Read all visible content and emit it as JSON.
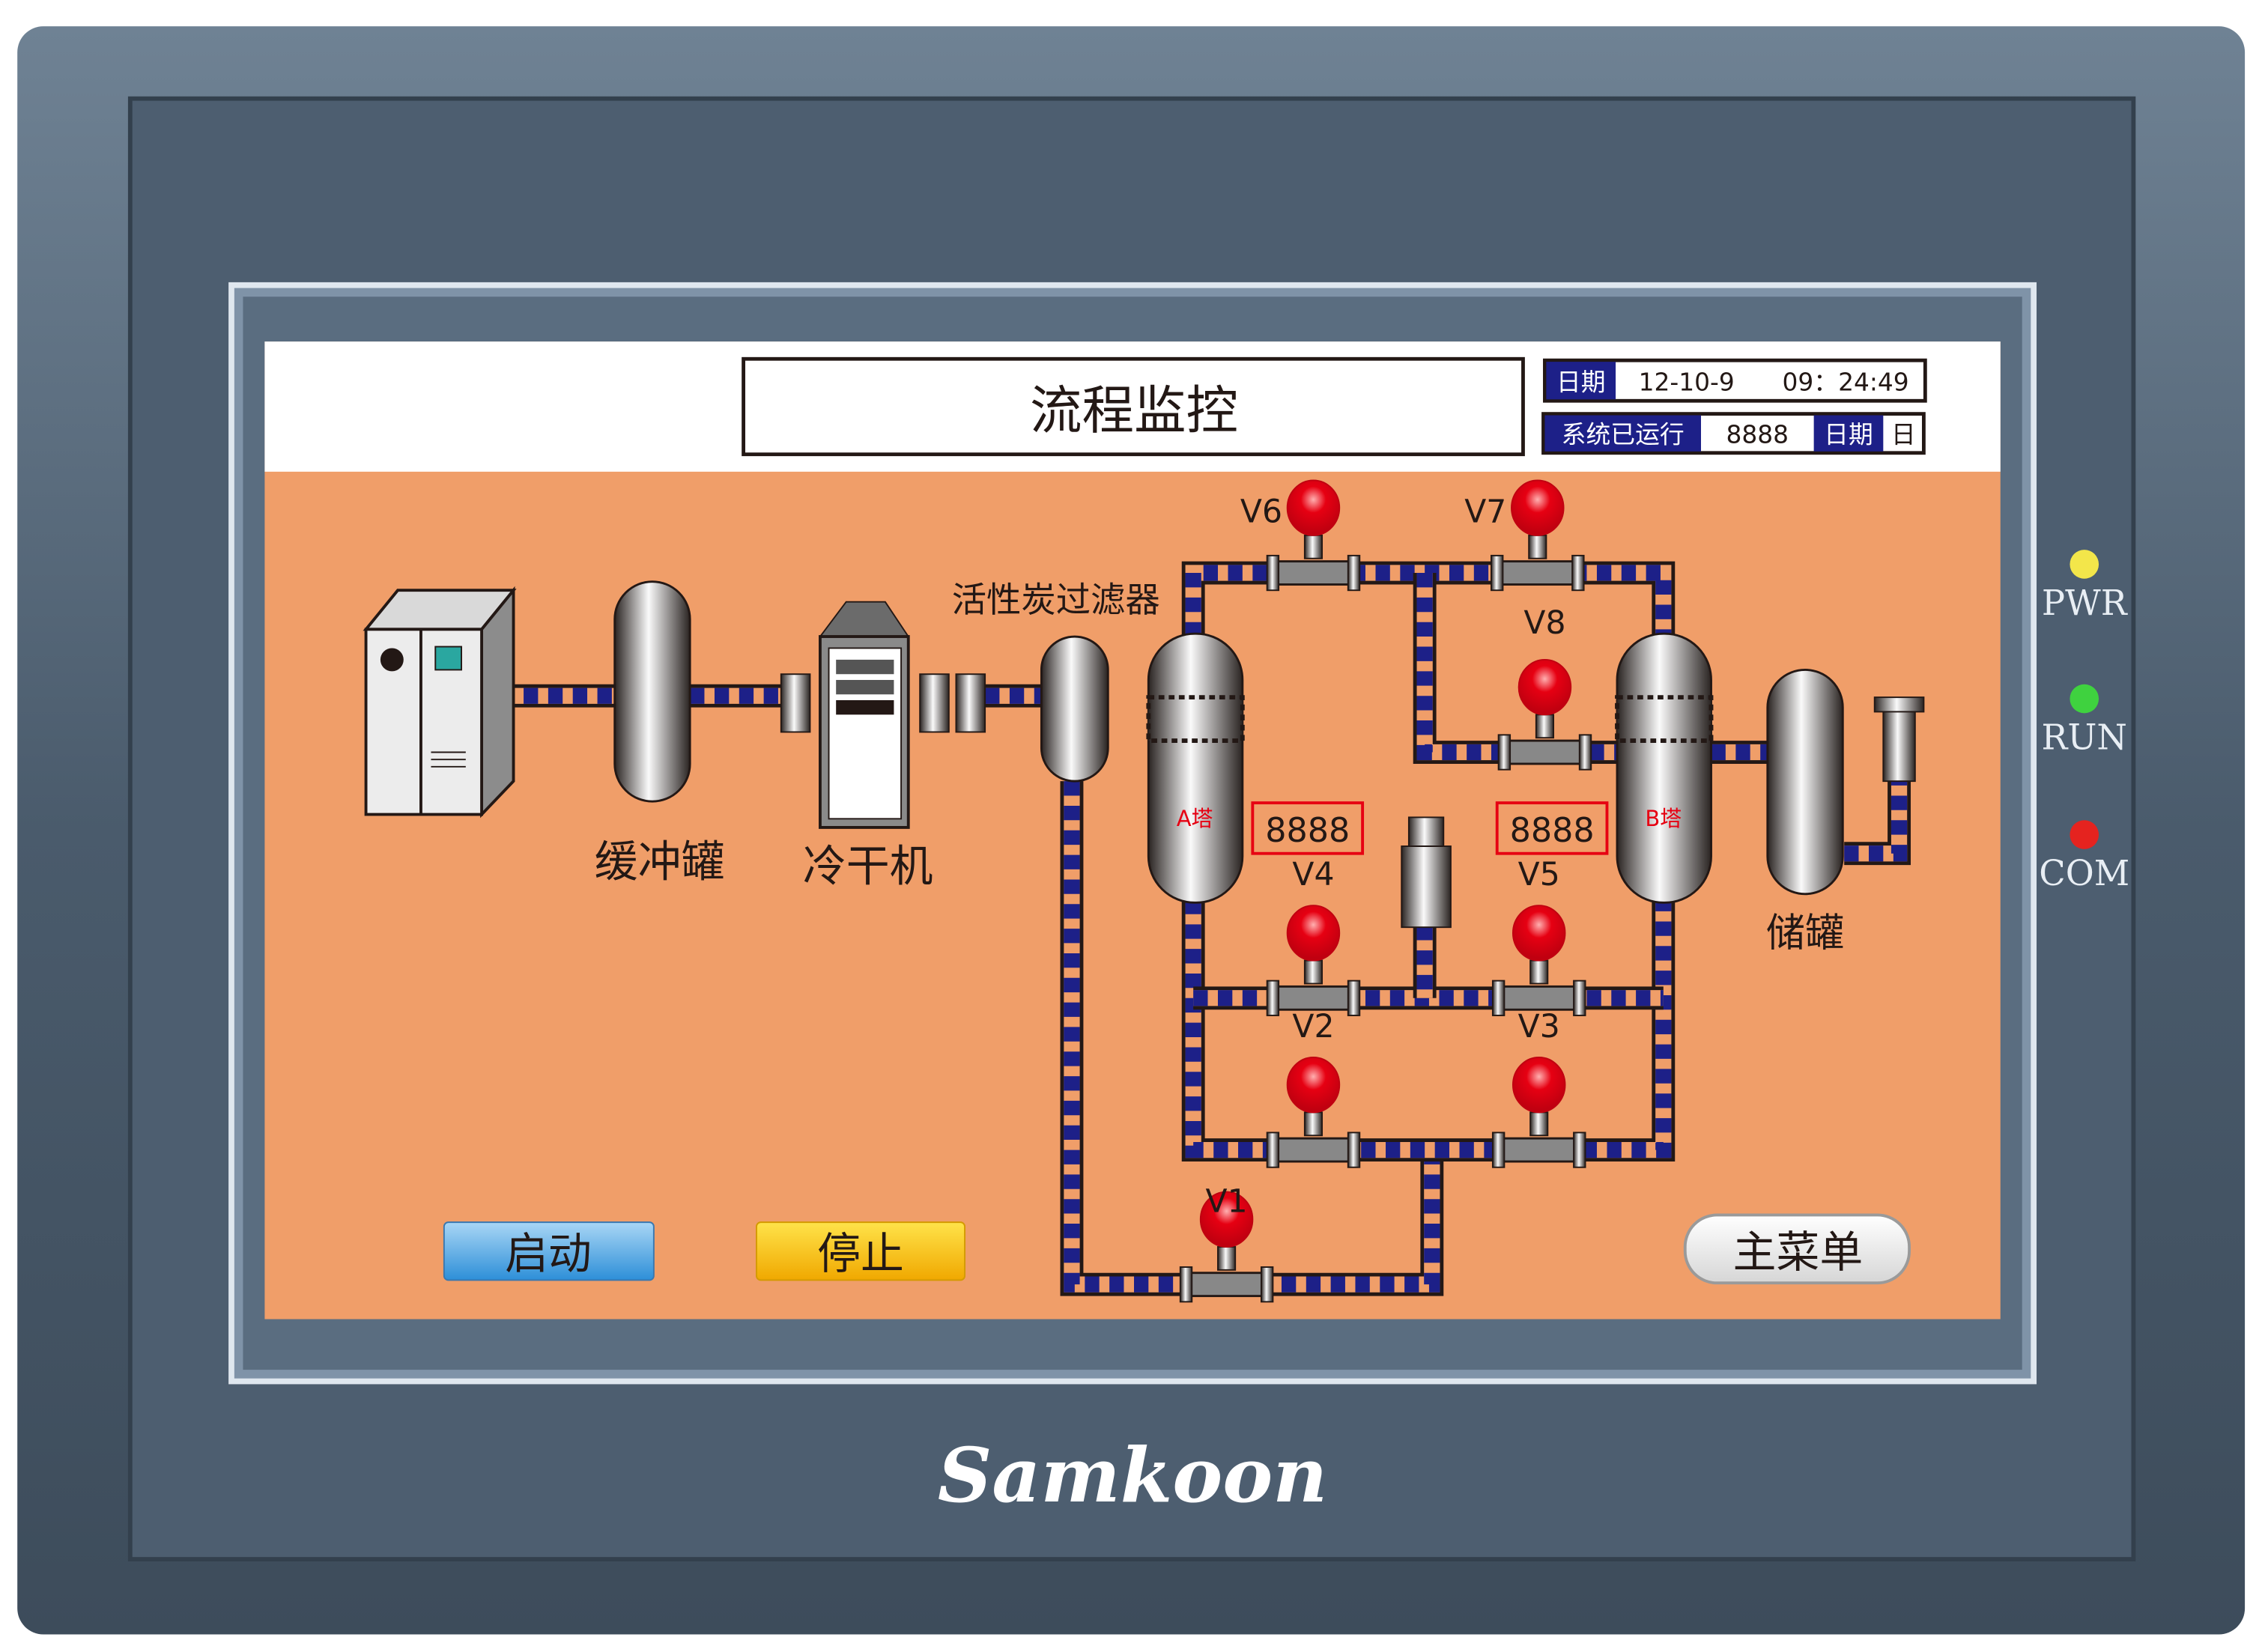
{
  "brand": "Samkoon",
  "leds": [
    {
      "label": "PWR",
      "color": "#f3e64a"
    },
    {
      "label": "RUN",
      "color": "#3fd23f"
    },
    {
      "label": "COM",
      "color": "#e5231f"
    }
  ],
  "header": {
    "title": "流程监控",
    "date_label": "日期",
    "date_value": "12-10-9",
    "time_value": "09：24:49",
    "runtime_label": "系统已运行",
    "runtime_value": "8888",
    "runtime_unit_label": "日期",
    "runtime_unit": "日"
  },
  "equipment": {
    "buffer_tank": "缓冲罐",
    "dryer": "冷干机",
    "carbon_filter": "活性炭过滤器",
    "tower_a": "A塔",
    "tower_b": "B塔",
    "storage_tank": "储罐"
  },
  "readouts": {
    "tower_a_value": "8888",
    "tower_b_value": "8888"
  },
  "valves": [
    "V1",
    "V2",
    "V3",
    "V4",
    "V5",
    "V6",
    "V7",
    "V8"
  ],
  "buttons": {
    "start": "启动",
    "stop": "停止",
    "main_menu": "主菜单"
  },
  "colors": {
    "screen_bg": "#f09e69",
    "pipe_blue": "#1d2088",
    "accent_red": "#e60012"
  }
}
